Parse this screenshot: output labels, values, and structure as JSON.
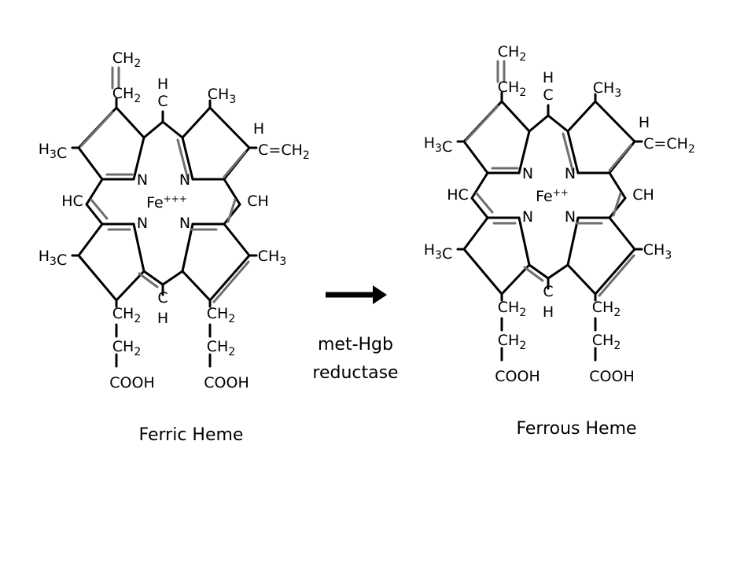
{
  "molecules": [
    {
      "caption": "Ferric Heme",
      "metal": "Fe",
      "charge": "+++",
      "labels": {
        "vinyl_top_ch2": "CH2",
        "vinyl_top_ch": "CH2",
        "meso_top_h": "H",
        "meso_top_c": "C",
        "methyl_tr": "CH3",
        "vinyl_right_h": "H",
        "vinyl_right": "C=CH2",
        "methyl_tl": "H3C",
        "meso_left": "HC",
        "meso_right": "CH",
        "n_tl": "N",
        "n_tr": "N",
        "n_bl": "N",
        "n_br": "N",
        "methyl_bl": "H3C",
        "methyl_br": "CH3",
        "meso_bot_c": "C",
        "meso_bot_h": "H",
        "prop_left_ch2a": "CH2",
        "prop_left_ch2b": "CH2",
        "prop_left_cooh": "COOH",
        "prop_right_ch2a": "CH2",
        "prop_right_ch2b": "CH2",
        "prop_right_cooh": "COOH"
      }
    },
    {
      "caption": "Ferrous Heme",
      "metal": "Fe",
      "charge": "++",
      "labels": {
        "vinyl_top_ch2": "CH2",
        "vinyl_top_ch": "CH2",
        "meso_top_h": "H",
        "meso_top_c": "C",
        "methyl_tr": "CH3",
        "vinyl_right_h": "H",
        "vinyl_right": "C=CH2",
        "methyl_tl": "H3C",
        "meso_left": "HC",
        "meso_right": "CH",
        "n_tl": "N",
        "n_tr": "N",
        "n_bl": "N",
        "n_br": "N",
        "methyl_bl": "H3C",
        "methyl_br": "CH3",
        "meso_bot_c": "C",
        "meso_bot_h": "H",
        "prop_left_ch2a": "CH2",
        "prop_left_ch2b": "CH2",
        "prop_left_cooh": "COOH",
        "prop_right_ch2a": "CH2",
        "prop_right_ch2b": "CH2",
        "prop_right_cooh": "COOH"
      }
    }
  ],
  "reaction": {
    "enzyme_line1": "met-Hgb",
    "enzyme_line2": "reductase"
  }
}
